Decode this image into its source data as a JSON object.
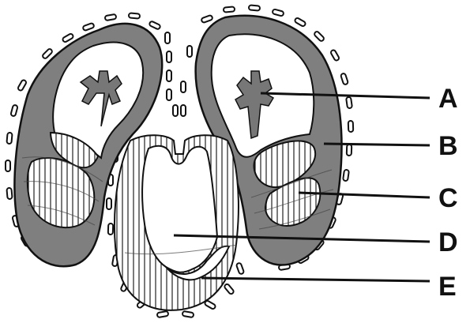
{
  "labels": {
    "a": "A",
    "b": "B",
    "c": "C",
    "d": "D",
    "e": "E"
  },
  "colors": {
    "wall_fill": "#7f7f7f",
    "ink": "#111111",
    "background": "#ffffff"
  }
}
